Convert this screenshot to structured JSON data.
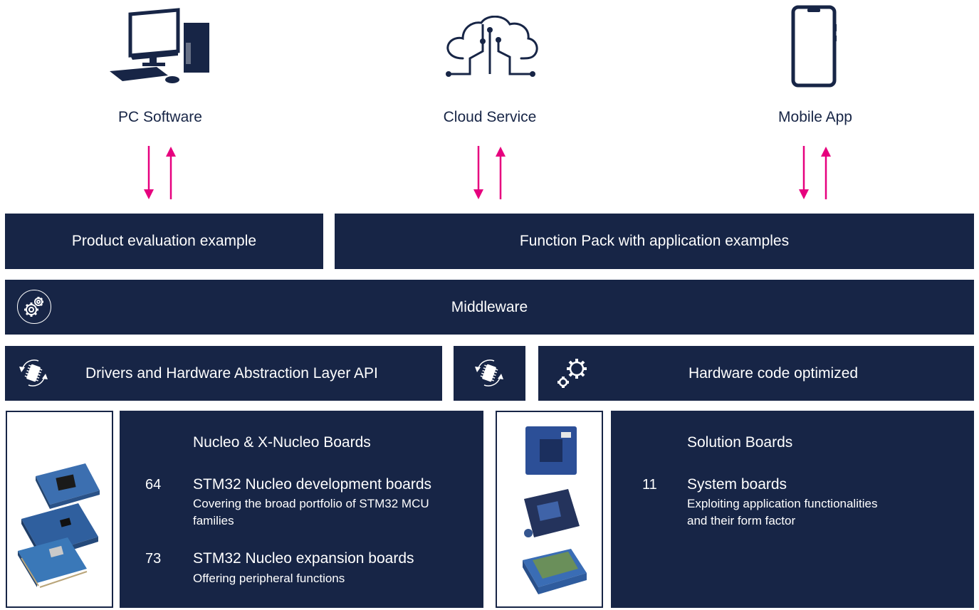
{
  "top": {
    "pc_label": "PC Software",
    "cloud_label": "Cloud Service",
    "mobile_label": "Mobile App"
  },
  "bars": {
    "product_eval": "Product evaluation example",
    "function_pack": "Function Pack with application examples",
    "middleware": "Middleware",
    "drivers": "Drivers and Hardware Abstraction Layer API",
    "hw_optimized": "Hardware code optimized"
  },
  "nucleo": {
    "title": "Nucleo & X-Nucleo Boards",
    "items": [
      {
        "count": "64",
        "title": "STM32 Nucleo development boards",
        "desc_line1": "Covering the broad portfolio of STM32 MCU",
        "desc_line2": "families"
      },
      {
        "count": "73",
        "title": "STM32 Nucleo expansion boards",
        "desc_line1": "Offering peripheral functions"
      }
    ]
  },
  "solution": {
    "title": "Solution Boards",
    "items": [
      {
        "count": "11",
        "title": "System boards",
        "desc_line1": "Exploiting application functionalities",
        "desc_line2": "and their form factor"
      }
    ]
  },
  "colors": {
    "navy": "#172546",
    "arrow": "#e6007e"
  }
}
